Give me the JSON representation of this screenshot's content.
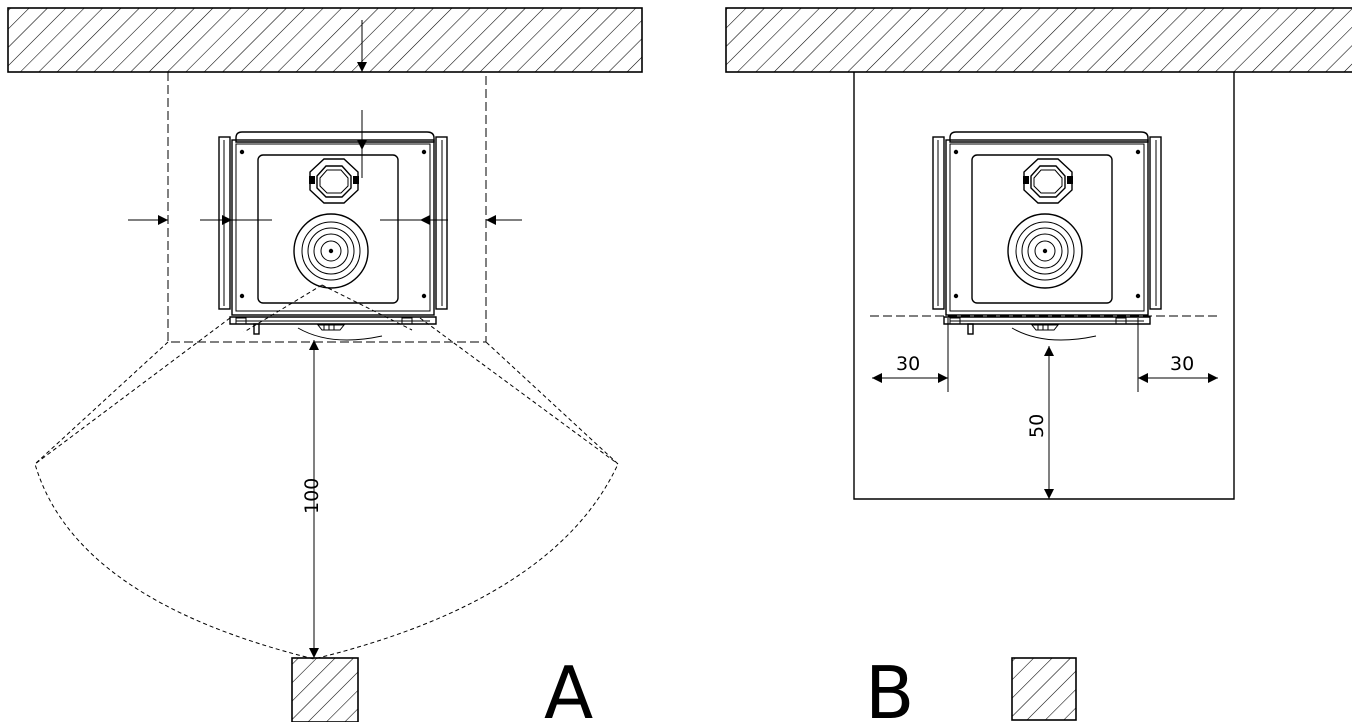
{
  "view_a": {
    "label": "A",
    "front_clearance": "100"
  },
  "view_b": {
    "label": "B",
    "side_clearance_left": "30",
    "side_clearance_right": "30",
    "front_clearance": "50"
  },
  "colors": {
    "line": "#000000",
    "background": "#ffffff"
  }
}
